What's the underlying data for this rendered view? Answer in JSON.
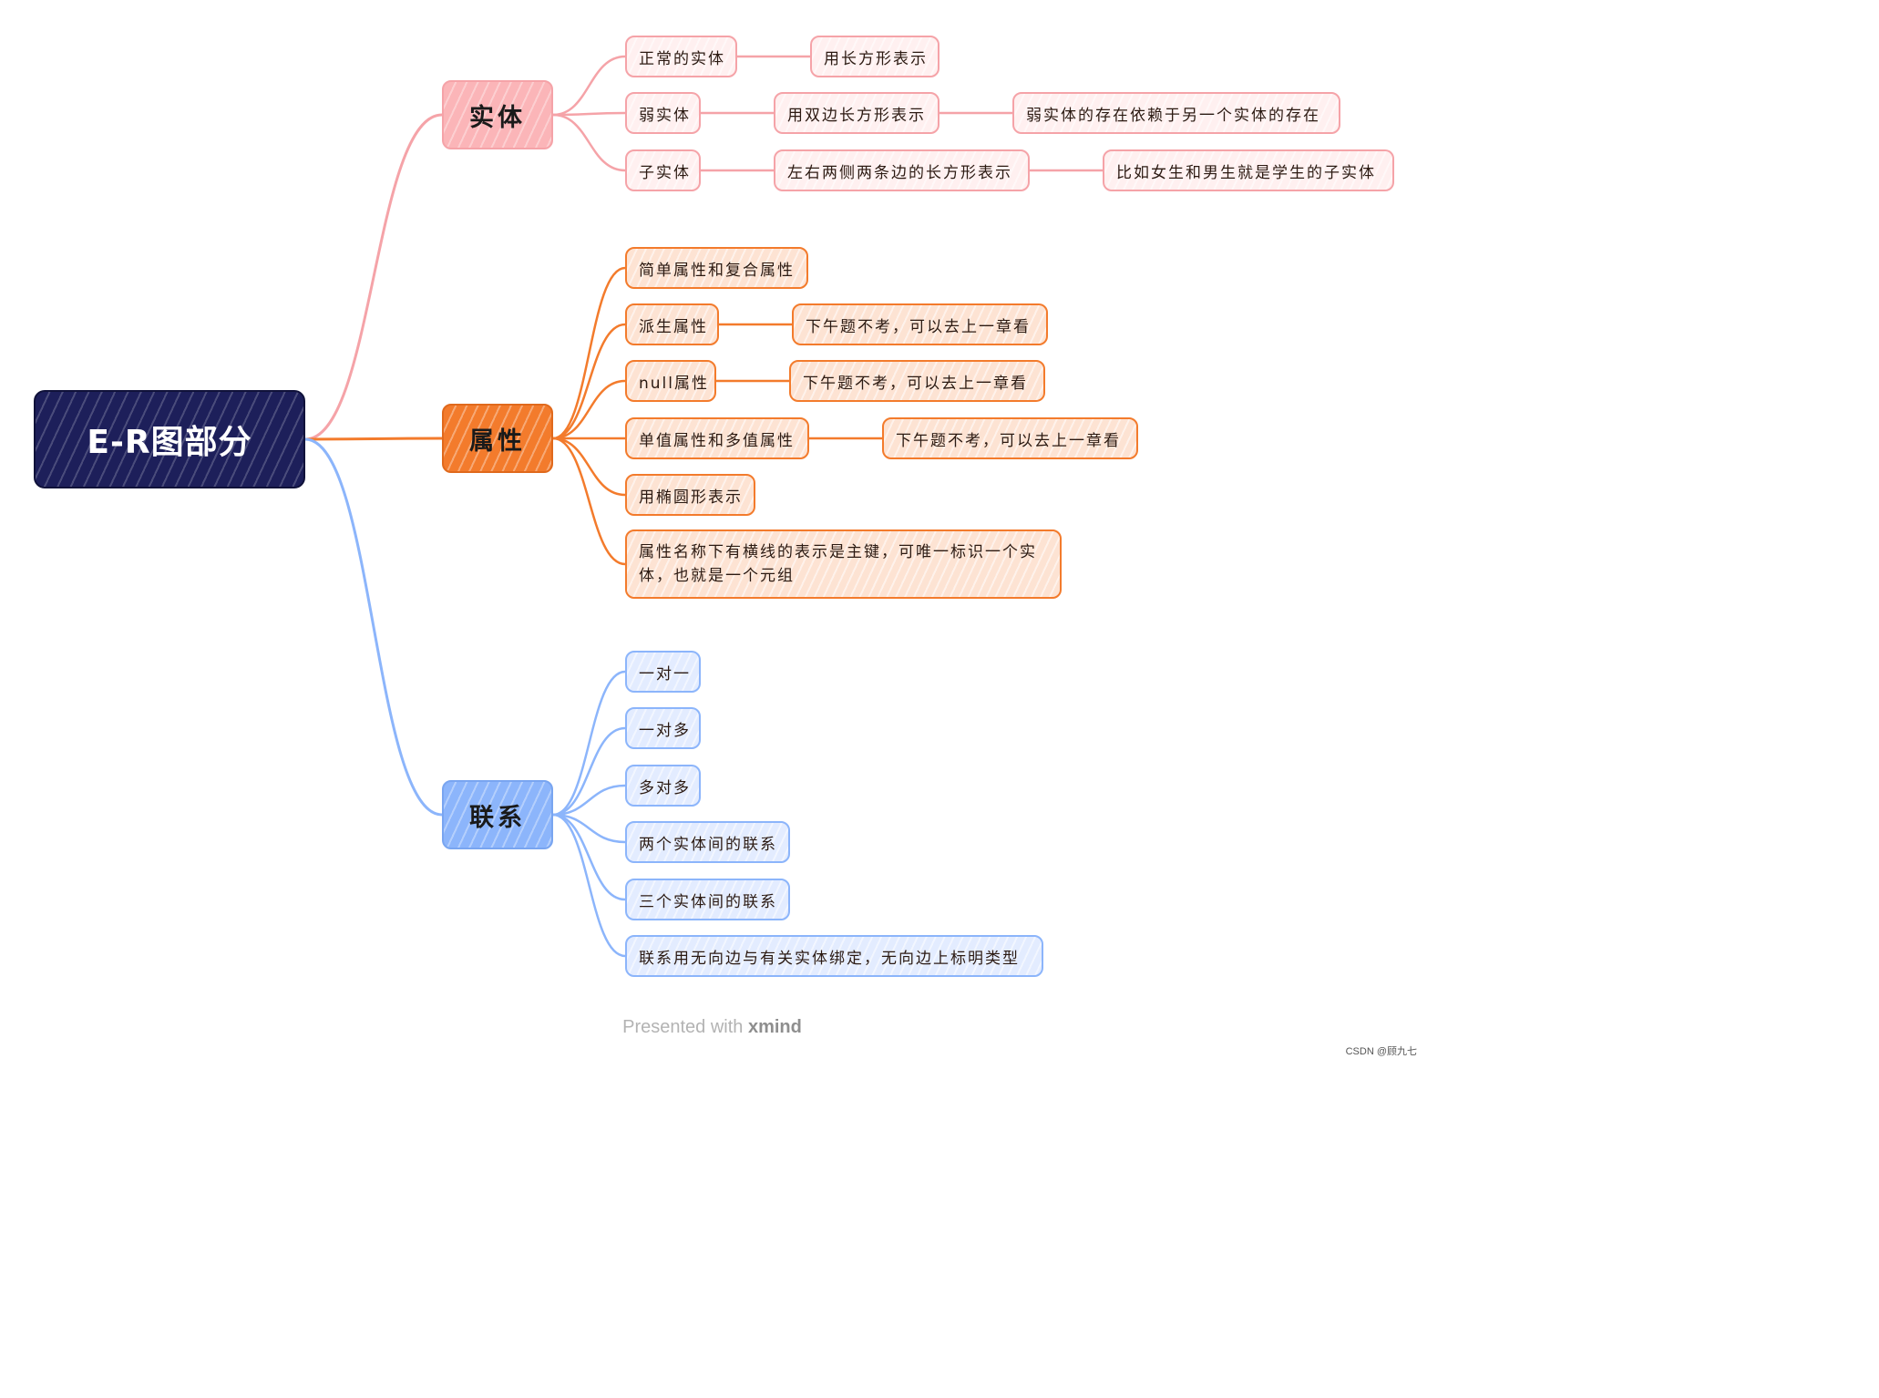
{
  "root": "E-R图部分",
  "branches": {
    "entity": {
      "label": "实体",
      "color": "#f5a3a8",
      "fill": "#fbb5b8",
      "items": {
        "normal": {
          "label": "正常的实体",
          "child": "用长方形表示"
        },
        "weak": {
          "label": "弱实体",
          "child": "用双边长方形表示",
          "grandchild": "弱实体的存在依赖于另一个实体的存在"
        },
        "sub": {
          "label": "子实体",
          "child": "左右两侧两条边的长方形表示",
          "grandchild": "比如女生和男生就是学生的子实体"
        }
      }
    },
    "attribute": {
      "label": "属性",
      "color": "#f37b2c",
      "fill": "#f37b2c",
      "items": {
        "simple": {
          "label": "简单属性和复合属性"
        },
        "derived": {
          "label": "派生属性",
          "child": "下午题不考，可以去上一章看"
        },
        "null": {
          "label": "null属性",
          "child": "下午题不考，可以去上一章看"
        },
        "single": {
          "label": "单值属性和多值属性",
          "child": "下午题不考，可以去上一章看"
        },
        "ellipse": {
          "label": "用椭圆形表示"
        },
        "key": {
          "label": "属性名称下有横线的表示是主键，可唯一标识一个实体，也就是一个元组"
        }
      }
    },
    "relation": {
      "label": "联系",
      "color": "#8cb5fb",
      "fill": "#8cb5fb",
      "items": {
        "one_one": {
          "label": "一对一"
        },
        "one_many": {
          "label": "一对多"
        },
        "many_many": {
          "label": "多对多"
        },
        "two": {
          "label": "两个实体间的联系"
        },
        "three": {
          "label": "三个实体间的联系"
        },
        "edges": {
          "label": "联系用无向边与有关实体绑定，无向边上标明类型"
        }
      }
    }
  },
  "footer": {
    "presented": "Presented with",
    "brand": "xmind"
  },
  "credit": "CSDN @顾九七"
}
